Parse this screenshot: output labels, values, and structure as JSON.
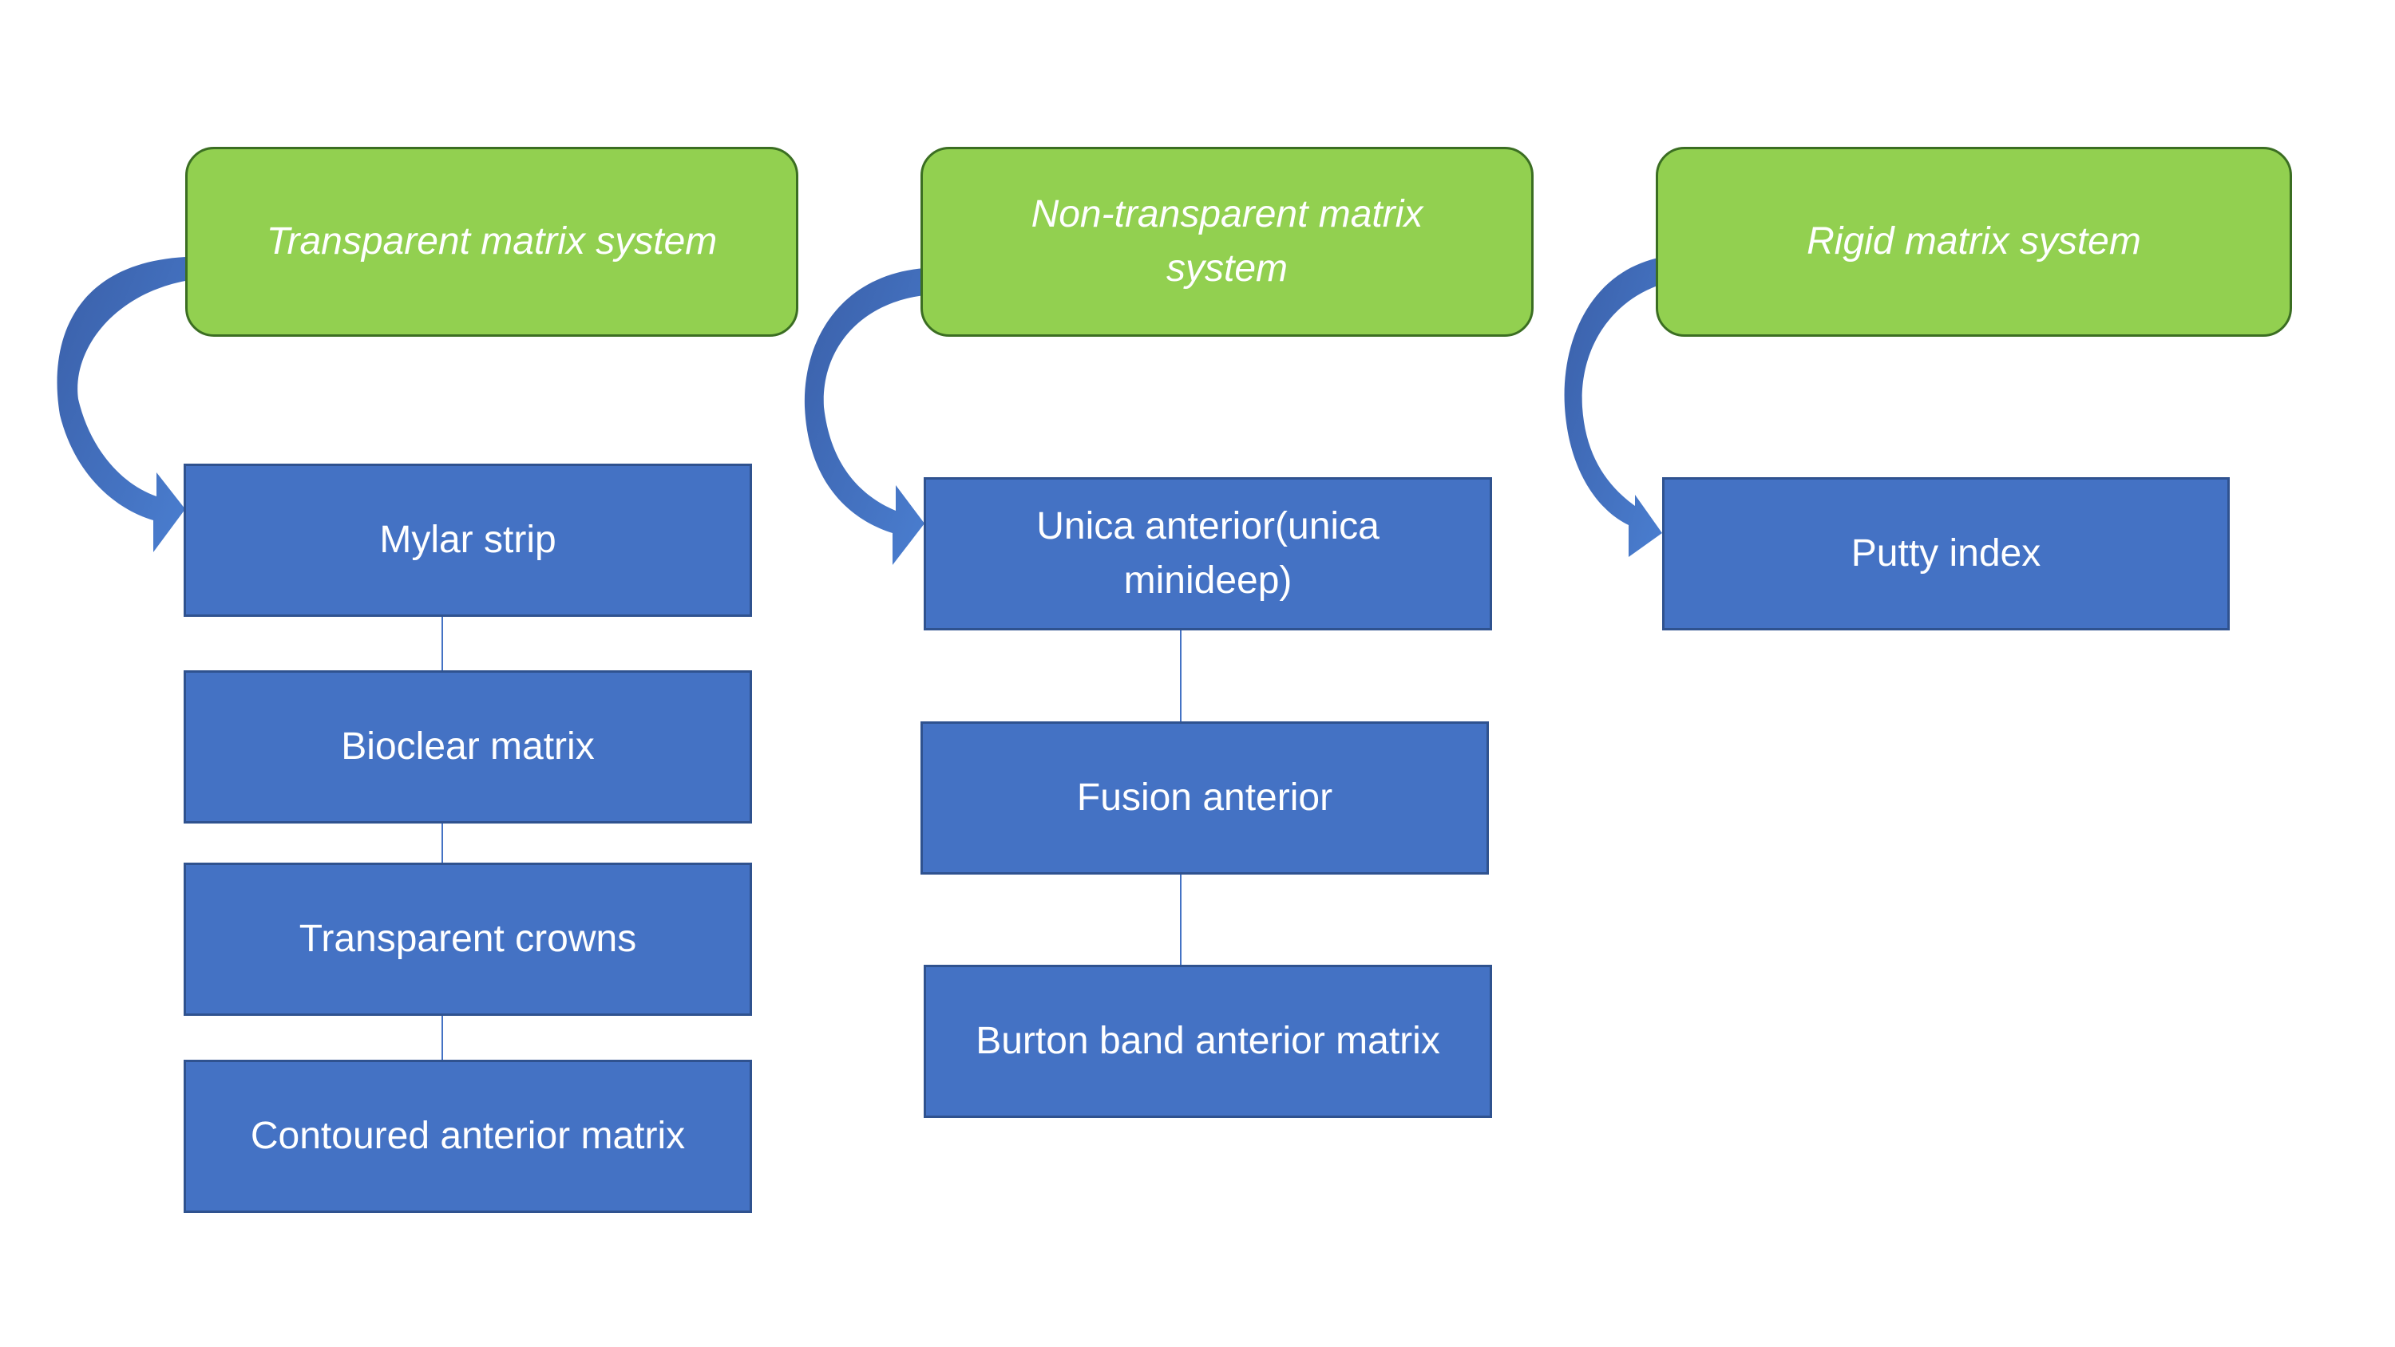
{
  "columns": [
    {
      "header": "Transparent  matrix system",
      "items": [
        "Mylar strip",
        "Bioclear matrix",
        "Transparent crowns",
        "Contoured anterior matrix"
      ]
    },
    {
      "header": "Non-transparent  matrix system",
      "items": [
        "Unica anterior(unica minideep)",
        "Fusion anterior",
        "Burton band anterior matrix"
      ]
    },
    {
      "header": "Rigid matrix system",
      "items": [
        "Putty index"
      ]
    }
  ],
  "colors": {
    "header_fill": "#92d050",
    "header_border": "#3b6e22",
    "item_fill": "#4472c4",
    "item_border": "#2f528f",
    "arrow": "#4472c4",
    "text": "#ffffff"
  }
}
